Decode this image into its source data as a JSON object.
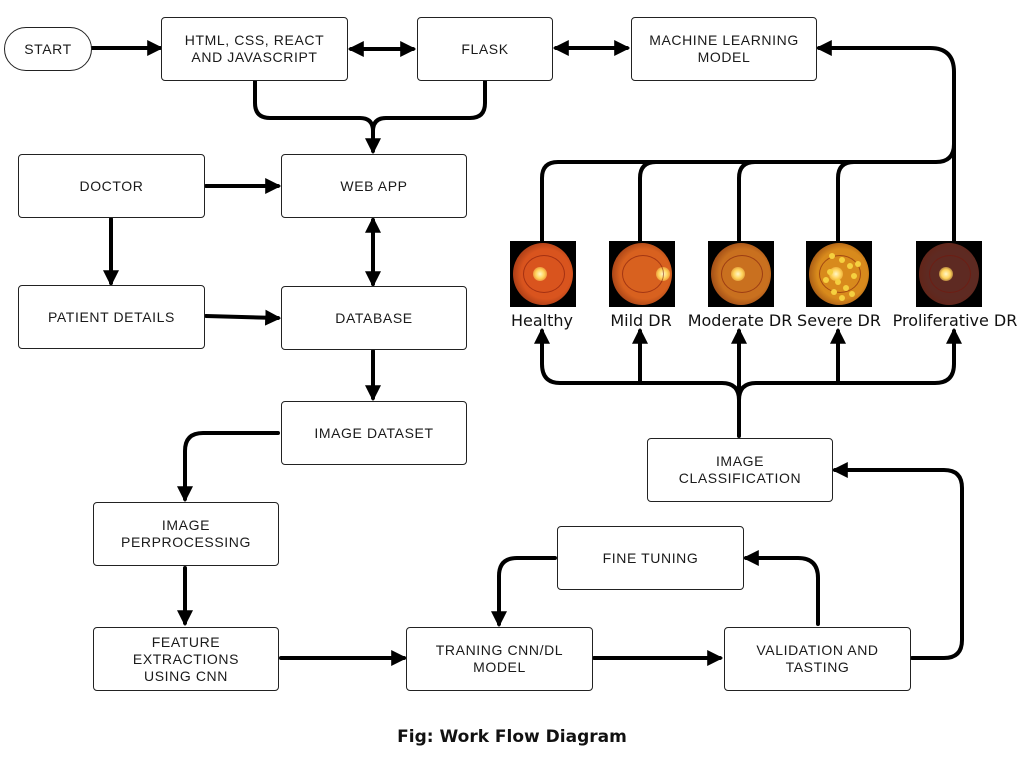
{
  "nodes": {
    "start": "START",
    "tech_stack": "HTML, CSS, REACT\nAND JAVASCRIPT",
    "flask": "FLASK",
    "ml_model": "MACHINE LEARNING\nMODEL",
    "doctor": "DOCTOR",
    "web_app": "WEB APP",
    "patient_details": "PATIENT DETAILS",
    "database": "DATABASE",
    "image_dataset": "IMAGE DATASET",
    "image_preprocessing": "IMAGE\nPERPROCESSING",
    "feature_extractions": "FEATURE EXTRACTIONS\nUSING CNN",
    "training_model": "TRANING CNN/DL\nMODEL",
    "validation_testing": "VALIDATION  AND\nTASTING",
    "fine_tuning": "FINE TUNING",
    "image_classification": "IMAGE\nCLASSIFICATION"
  },
  "classes": [
    {
      "label": "Healthy",
      "fundus_color": "#d9541e",
      "lesions": 0
    },
    {
      "label": "Mild DR",
      "fundus_color": "#d8611f",
      "lesions": 0
    },
    {
      "label": "Moderate DR",
      "fundus_color": "#c9701f",
      "lesions": 0
    },
    {
      "label": "Severe DR",
      "fundus_color": "#d88a1c",
      "lesions": 12
    },
    {
      "label": "Proliferative DR",
      "fundus_color": "#5e2a22",
      "lesions": 0
    }
  ],
  "caption": "Fig: Work Flow Diagram"
}
